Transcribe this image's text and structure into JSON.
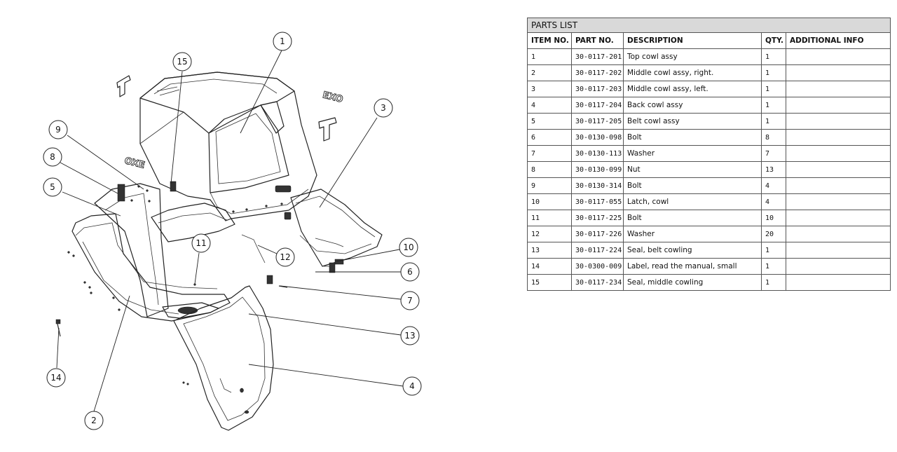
{
  "logos": {
    "brand": "OXE",
    "mirrored_brand": "EXO"
  },
  "balloons": [
    {
      "id": "balloon-1",
      "label": "1"
    },
    {
      "id": "balloon-2",
      "label": "2"
    },
    {
      "id": "balloon-3",
      "label": "3"
    },
    {
      "id": "balloon-4",
      "label": "4"
    },
    {
      "id": "balloon-5",
      "label": "5"
    },
    {
      "id": "balloon-6",
      "label": "6"
    },
    {
      "id": "balloon-7",
      "label": "7"
    },
    {
      "id": "balloon-8",
      "label": "8"
    },
    {
      "id": "balloon-9",
      "label": "9"
    },
    {
      "id": "balloon-10",
      "label": "10"
    },
    {
      "id": "balloon-11",
      "label": "11"
    },
    {
      "id": "balloon-12",
      "label": "12"
    },
    {
      "id": "balloon-13",
      "label": "13"
    },
    {
      "id": "balloon-14",
      "label": "14"
    },
    {
      "id": "balloon-15",
      "label": "15"
    }
  ],
  "parts_list": {
    "title": "PARTS LIST",
    "headers": [
      "ITEM NO.",
      "PART NO.",
      "DESCRIPTION",
      "QTY.",
      "ADDITIONAL INFO"
    ],
    "rows": [
      {
        "item": "1",
        "part": "30-0117-201",
        "description": "Top cowl assy",
        "qty": "1",
        "info": ""
      },
      {
        "item": "2",
        "part": "30-0117-202",
        "description": "Middle cowl assy, right.",
        "qty": "1",
        "info": ""
      },
      {
        "item": "3",
        "part": "30-0117-203",
        "description": "Middle cowl assy, left.",
        "qty": "1",
        "info": ""
      },
      {
        "item": "4",
        "part": "30-0117-204",
        "description": "Back cowl assy",
        "qty": "1",
        "info": ""
      },
      {
        "item": "5",
        "part": "30-0117-205",
        "description": "Belt cowl assy",
        "qty": "1",
        "info": ""
      },
      {
        "item": "6",
        "part": "30-0130-098",
        "description": "Bolt",
        "qty": "8",
        "info": ""
      },
      {
        "item": "7",
        "part": "30-0130-113",
        "description": "Washer",
        "qty": "7",
        "info": ""
      },
      {
        "item": "8",
        "part": "30-0130-099",
        "description": "Nut",
        "qty": "13",
        "info": ""
      },
      {
        "item": "9",
        "part": "30-0130-314",
        "description": "Bolt",
        "qty": "4",
        "info": ""
      },
      {
        "item": "10",
        "part": "30-0117-055",
        "description": "Latch, cowl",
        "qty": "4",
        "info": ""
      },
      {
        "item": "11",
        "part": "30-0117-225",
        "description": "Bolt",
        "qty": "10",
        "info": ""
      },
      {
        "item": "12",
        "part": "30-0117-226",
        "description": "Washer",
        "qty": "20",
        "info": ""
      },
      {
        "item": "13",
        "part": "30-0117-224",
        "description": "Seal, belt cowling",
        "qty": "1",
        "info": ""
      },
      {
        "item": "14",
        "part": "30-0300-009",
        "description": "Label, read the manual, small",
        "qty": "1",
        "info": ""
      },
      {
        "item": "15",
        "part": "30-0117-234",
        "description": "Seal, middle cowling",
        "qty": "1",
        "info": ""
      }
    ]
  }
}
